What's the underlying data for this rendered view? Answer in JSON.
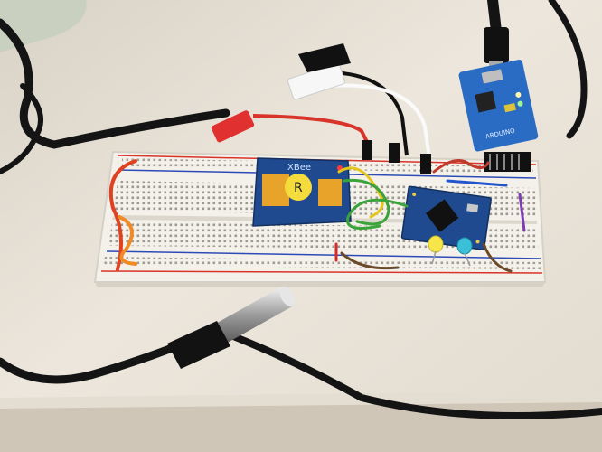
{
  "scene": {
    "description_labels": {
      "xbee_label": "XBee",
      "usb_adapter_label": "ARDUINO",
      "xbee_sticker": "R"
    }
  },
  "colors": {
    "desk": "#e9e2d6",
    "breadboard": "#f4f1ea",
    "rail_red": "#d8342a",
    "rail_blue": "#2c4bb8",
    "pcb_blue": "#1f4a8f",
    "usb_pcb": "#2a6cc3",
    "cable": "#151515",
    "probe": "#b7b7b7"
  }
}
